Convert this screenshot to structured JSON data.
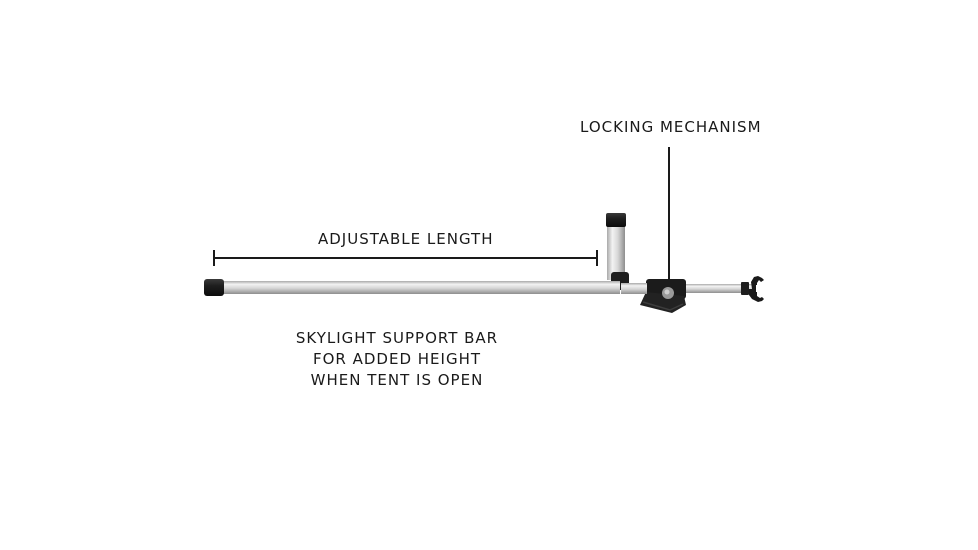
{
  "labels": {
    "locking_mechanism": "LOCKING MECHANISM",
    "adjustable_length": "ADJUSTABLE LENGTH"
  },
  "caption": {
    "lines": [
      "SKYLIGHT SUPPORT BAR",
      "FOR ADDED HEIGHT",
      "WHEN TENT IS OPEN"
    ]
  },
  "colors": {
    "tube_mid": "#d9d9d9",
    "tube_dark": "#8f8f8f",
    "tube_light": "#f4f4f4",
    "cap": "#1c1c1c",
    "line": "#1a1a1a"
  }
}
